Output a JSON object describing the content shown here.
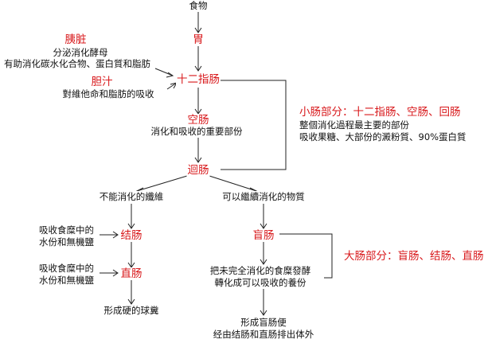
{
  "colors": {
    "accent": "#d8181b",
    "text": "#111111",
    "line": "#222222"
  },
  "nodes": {
    "food": "食物",
    "stomach": "胃",
    "pancreas": "胰脏",
    "pancreas_desc_1": "分泌消化酵母",
    "pancreas_desc_2": "有助消化碳水化合物、蛋白質和脂肪",
    "bile": "胆汁",
    "bile_desc": "對維他命和脂肪的吸收",
    "duodenum": "十二指肠",
    "jejunum": "空肠",
    "jejunum_desc": "消化和吸收的重要部份",
    "ileum": "迴肠",
    "indigestible_fiber": "不能消化的纖維",
    "digestible_matter": "可以繼續消化的物質",
    "colon_absorb": "吸收食糜中的\n水份和無機鹽",
    "colon": "结肠",
    "rectum_absorb": "吸收食糜中的\n水份和無機鹽",
    "rectum": "直肠",
    "hard_stool": "形成硬的球糞",
    "cecum": "盲肠",
    "cecum_desc": "把未完全消化的食糜發酵\n轉化成可以吸收的養份",
    "cecum_stool": "形成盲肠便\n经由结肠和直肠排出体外"
  },
  "groups": {
    "small_intestine_title": "小肠部分：十二指肠、空肠、回肠",
    "small_intestine_desc_1": "整個消化過程最主要的部份",
    "small_intestine_desc_2": "吸收果糖、大部份的澱粉質、90%蛋白質",
    "large_intestine_title": "大肠部分：盲肠、结肠、直肠"
  }
}
